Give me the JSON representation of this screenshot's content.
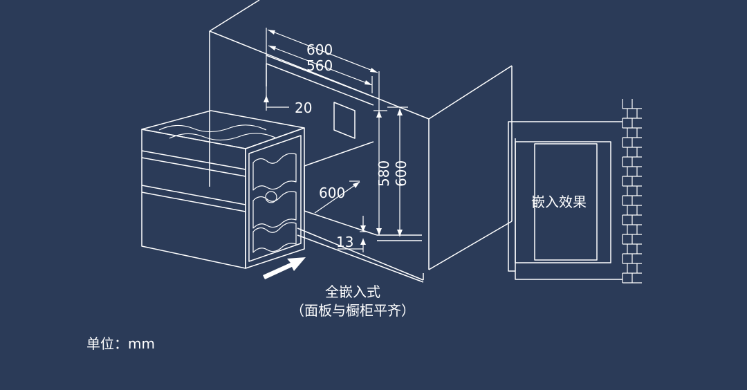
{
  "dimensions": {
    "cabinet_width": "600",
    "inner_width": "560",
    "top_gap": "20",
    "inner_height": "580",
    "cabinet_height": "600",
    "depth": "600",
    "bottom_gap": "13"
  },
  "embed_caption": {
    "line1": "全嵌入式",
    "line2": "（面板与橱柜平齐）"
  },
  "effect_label": "嵌入效果",
  "unit_label": "单位：mm",
  "colors": {
    "background": "#2b3b58",
    "line": "#ffffff"
  }
}
